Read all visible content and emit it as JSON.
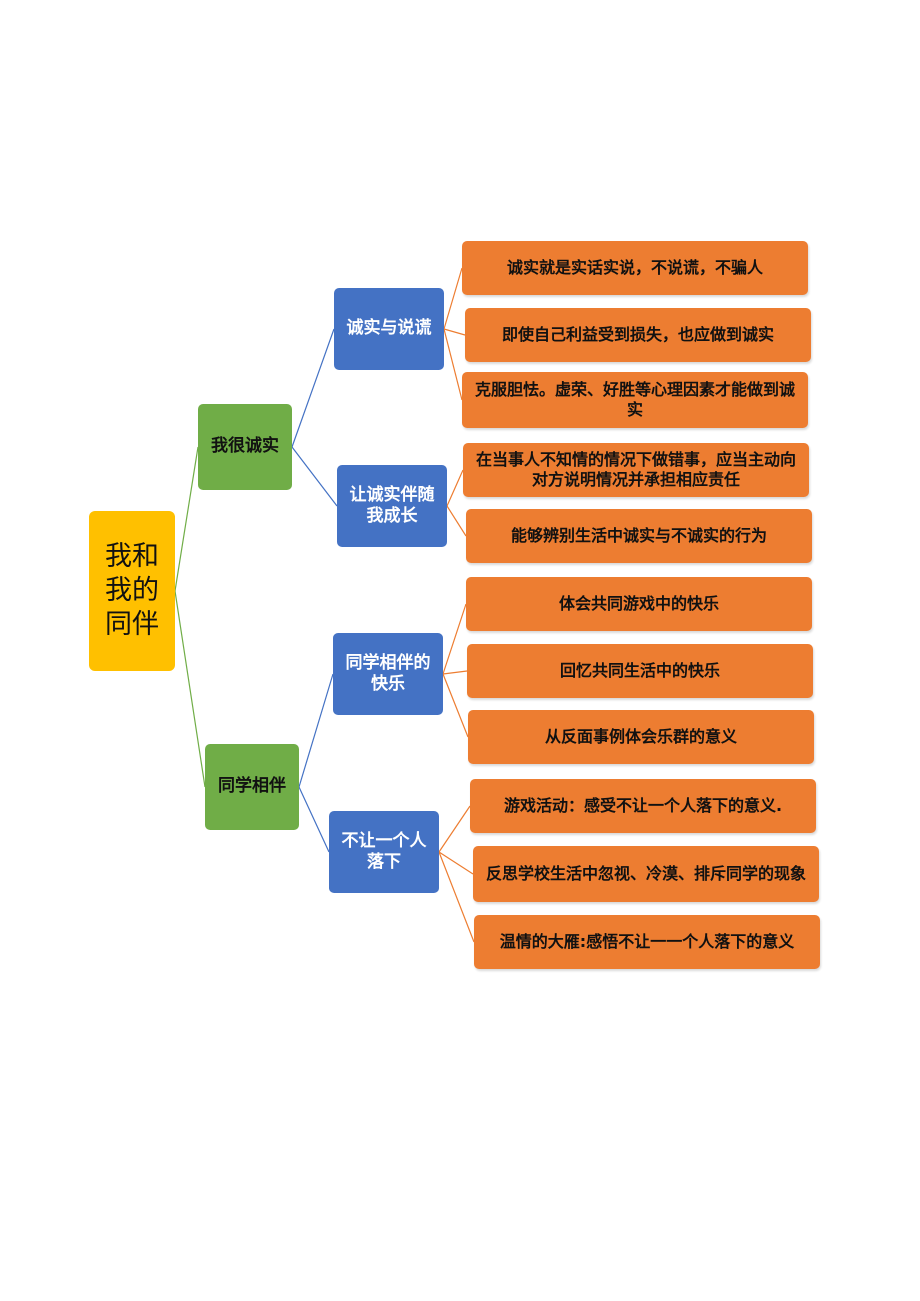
{
  "root": {
    "label": "我和我的同伴"
  },
  "branches": [
    {
      "label": "我很诚实",
      "children": [
        {
          "label": "诚实与说谎",
          "items": [
            "诚实就是实话实说，不说谎，不骗人",
            "即使自己利益受到损失，也应做到诚实",
            "克服胆怯。虚荣、好胜等心理因素才能做到诚实"
          ]
        },
        {
          "label": "让诚实伴随我成长",
          "items": [
            "在当事人不知情的情况下做错事，应当主动向对方说明情况并承担相应责任",
            "能够辨别生活中诚实与不诚实的行为"
          ]
        }
      ]
    },
    {
      "label": "同学相伴",
      "children": [
        {
          "label": "同学相伴的快乐",
          "items": [
            "体会共同游戏中的快乐",
            "回忆共同生活中的快乐",
            "从反面事例体会乐群的意义"
          ]
        },
        {
          "label": "不让一个人落下",
          "items": [
            "游戏活动：感受不让一个人落下的意义.",
            "反思学校生活中忽视、冷漠、排斥同学的现象",
            "温情的大雁:感悟不让一一个人落下的意义"
          ]
        }
      ]
    }
  ],
  "colors": {
    "root": "#FFC000",
    "level1": "#70AD47",
    "level2": "#4472C4",
    "leaf": "#ED7D31"
  }
}
